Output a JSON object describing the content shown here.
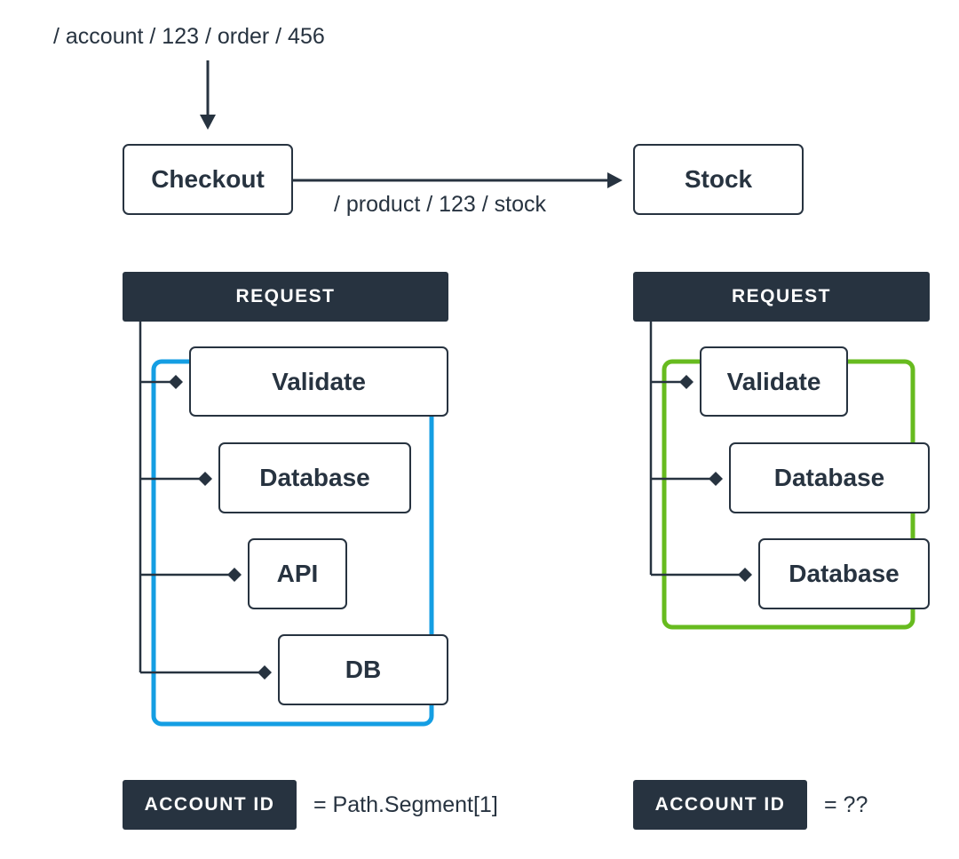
{
  "top": {
    "request_path": "/ account / 123 / order / 456",
    "checkout_label": "Checkout",
    "stock_label": "Stock",
    "call_path": "/ product / 123 / stock"
  },
  "left": {
    "header": "REQUEST",
    "steps": [
      "Validate",
      "Database",
      "API",
      "DB"
    ],
    "group_color": "#149ee3",
    "account_label": "ACCOUNT ID",
    "account_value": "= Path.Segment[1]"
  },
  "right": {
    "header": "REQUEST",
    "steps": [
      "Validate",
      "Database",
      "Database"
    ],
    "group_color": "#67bb1f",
    "account_label": "ACCOUNT ID",
    "account_value": "= ??"
  },
  "colors": {
    "ink": "#273340",
    "background": "#ffffff"
  }
}
